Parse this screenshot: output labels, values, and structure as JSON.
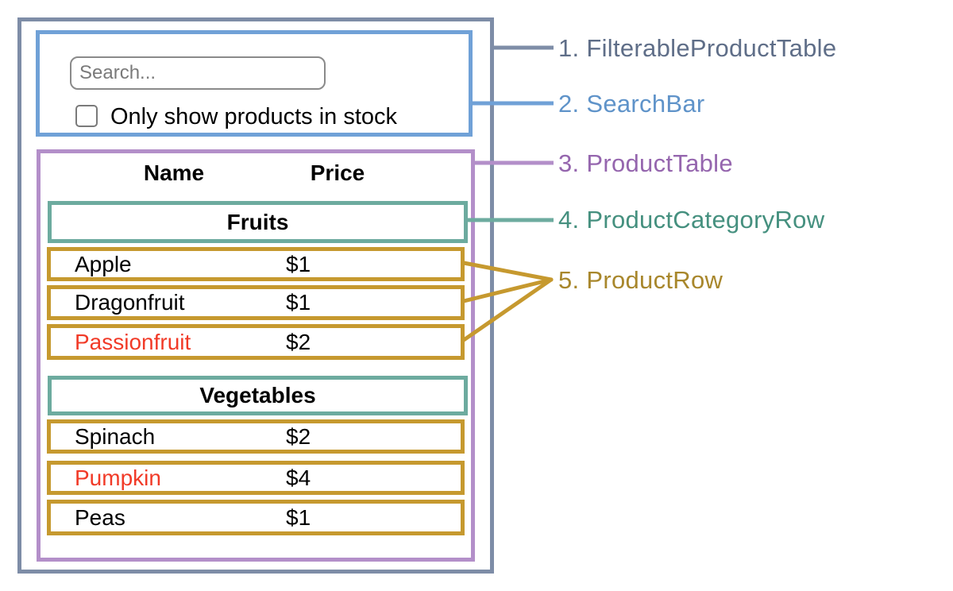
{
  "colors": {
    "outer_border": "#7e8da7",
    "searchbar_border": "#70a1d7",
    "table_border": "#b38fc9",
    "category_border": "#6dab9f",
    "row_border": "#c6992f",
    "out_of_stock_text": "#f13a27",
    "legend_filterable": "#5f6e88",
    "legend_searchbar": "#5f93c9",
    "legend_producttable": "#9566ae",
    "legend_categoryrow": "#45907f",
    "legend_productrow": "#a8872c"
  },
  "search_bar": {
    "input_placeholder": "Search...",
    "input_value": "",
    "checkbox_label": "Only show products in stock",
    "checkbox_checked": false
  },
  "product_table": {
    "name_header": "Name",
    "price_header": "Price",
    "sections": [
      {
        "category": "Fruits",
        "rows": [
          {
            "name": "Apple",
            "price": "$1",
            "red": false
          },
          {
            "name": "Dragonfruit",
            "price": "$1",
            "red": false
          },
          {
            "name": "Passionfruit",
            "price": "$2",
            "red": true
          }
        ]
      },
      {
        "category": "Vegetables",
        "rows": [
          {
            "name": "Spinach",
            "price": "$2",
            "red": false
          },
          {
            "name": "Pumpkin",
            "price": "$4",
            "red": true
          },
          {
            "name": "Peas",
            "price": "$1",
            "red": false
          }
        ]
      }
    ]
  },
  "legend": [
    {
      "label": "1. FilterableProductTable"
    },
    {
      "label": "2. SearchBar"
    },
    {
      "label": "3. ProductTable"
    },
    {
      "label": "4. ProductCategoryRow"
    },
    {
      "label": "5. ProductRow"
    }
  ]
}
